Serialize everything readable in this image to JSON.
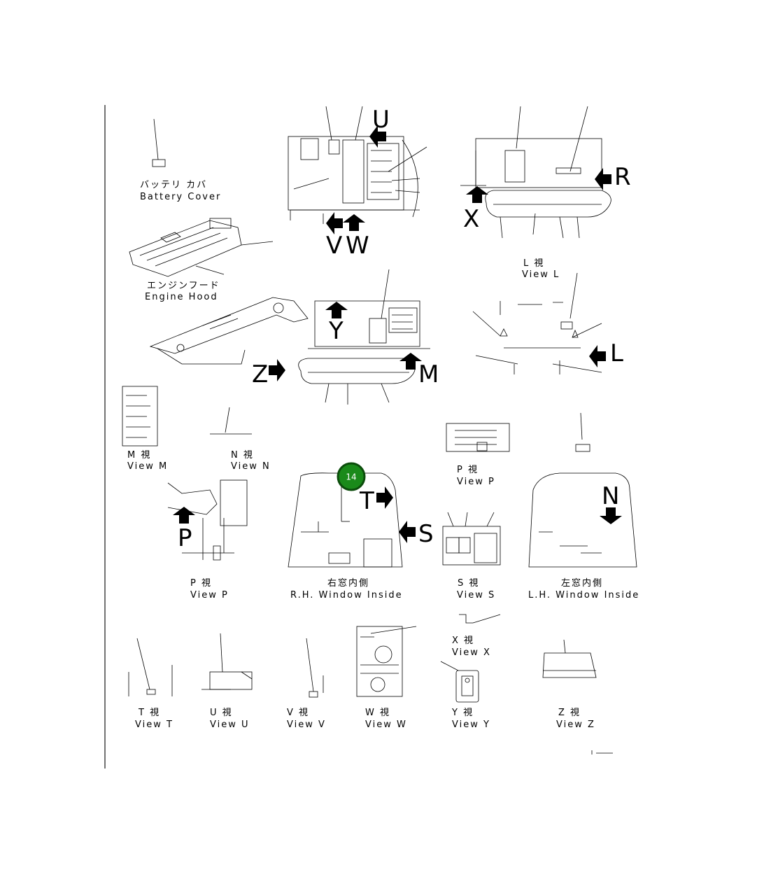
{
  "colors": {
    "callout_fill": "#1a8a1a",
    "callout_ring": "#0c4d0c",
    "callout_text": "#ffffff",
    "ink": "#000000"
  },
  "callout": {
    "number": "14"
  },
  "letters": {
    "U": "U",
    "V": "V",
    "W": "W",
    "R": "R",
    "X": "X",
    "Y": "Y",
    "Z": "Z",
    "M": "M",
    "L": "L",
    "T": "T",
    "S": "S",
    "P": "P",
    "N": "N"
  },
  "labels": {
    "battery_cover_jp": "バッテリ カバ",
    "battery_cover_en": "Battery Cover",
    "engine_hood_jp": "エンジンフード",
    "engine_hood_en": "Engine Hood",
    "view_l_jp": "L 視",
    "view_l_en": "View L",
    "view_m_jp": "M 視",
    "view_m_en": "View M",
    "view_n_jp": "N 視",
    "view_n_en": "View N",
    "view_p_top_jp": "P 視",
    "view_p_top_en": "View P",
    "view_p_jp": "P 視",
    "view_p_en": "View P",
    "rh_window_jp": "右窓内側",
    "rh_window_en": "R.H. Window Inside",
    "view_s_jp": "S 視",
    "view_s_en": "View S",
    "lh_window_jp": "左窓内側",
    "lh_window_en": "L.H. Window Inside",
    "view_t_jp": "T 視",
    "view_t_en": "View T",
    "view_u_jp": "U 視",
    "view_u_en": "View U",
    "view_v_jp": "V 視",
    "view_v_en": "View V",
    "view_w_jp": "W 視",
    "view_w_en": "View W",
    "view_x_jp": "X 視",
    "view_x_en": "View X",
    "view_y_jp": "Y 視",
    "view_y_en": "View Y",
    "view_z_jp": "Z 視",
    "view_z_en": "View Z"
  }
}
